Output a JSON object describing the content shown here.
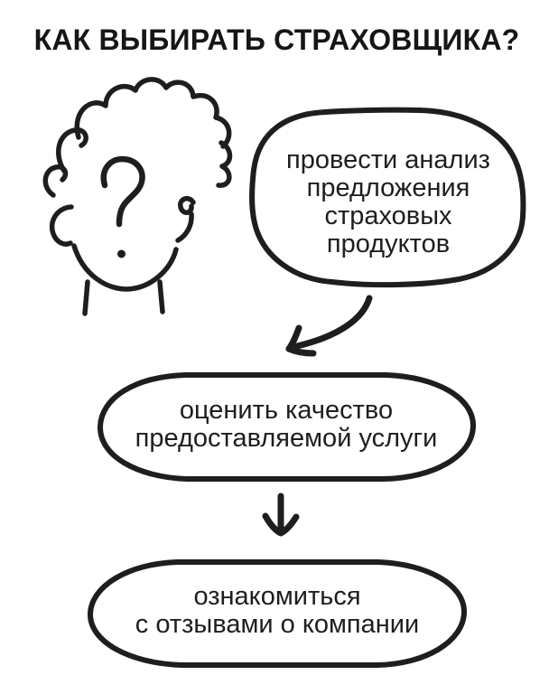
{
  "title": "КАК ВЫБИРАТЬ СТРАХОВЩИКА?",
  "colors": {
    "ink": "#1e1e1e",
    "background": "#ffffff"
  },
  "illustration": {
    "name": "person-head-with-question-mark",
    "question_mark_symbol": "?"
  },
  "speech_bubble": {
    "lines": [
      "провести анализ",
      "предложения",
      "страховых",
      "продуктов"
    ]
  },
  "steps": [
    {
      "lines": [
        "оценить качество",
        "предоставляемой услуги"
      ]
    },
    {
      "lines": [
        "ознакомиться",
        "с отзывами о компании"
      ]
    }
  ]
}
